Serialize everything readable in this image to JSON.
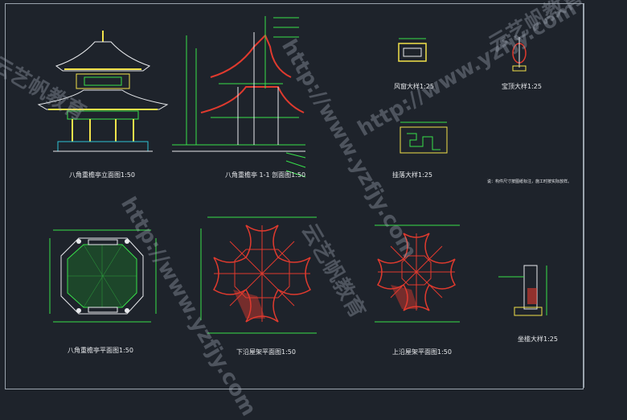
{
  "drawings": {
    "elevation": {
      "caption": "八角重檐亭立面图1:50"
    },
    "section": {
      "caption": "八角重檐亭 1-1 剖面图1:50"
    },
    "window_detail": {
      "caption": "风窗大样1:25"
    },
    "finial_detail": {
      "caption": "宝顶大样1:25"
    },
    "fascia_detail": {
      "caption": "挂落大样1:25"
    },
    "plan": {
      "caption": "八角重檐亭平面图1:50"
    },
    "lower_roof": {
      "caption": "下沿屋架平面图1:50"
    },
    "upper_roof": {
      "caption": "上沿屋架平面图1:50"
    },
    "seat_detail": {
      "caption": "坐槛大样1:25"
    }
  },
  "notes": {
    "general_note": "说：构件尺寸按图纸标注，施工时按实际放样。"
  },
  "watermarks": [
    "http://www.yzfjy.com",
    "云艺帆教育"
  ],
  "colors": {
    "background": "#1e232b",
    "dimension": "#38e04a",
    "roof_red": "#e03a2e",
    "yellow": "#f2e24a",
    "text": "#e8eaed"
  }
}
